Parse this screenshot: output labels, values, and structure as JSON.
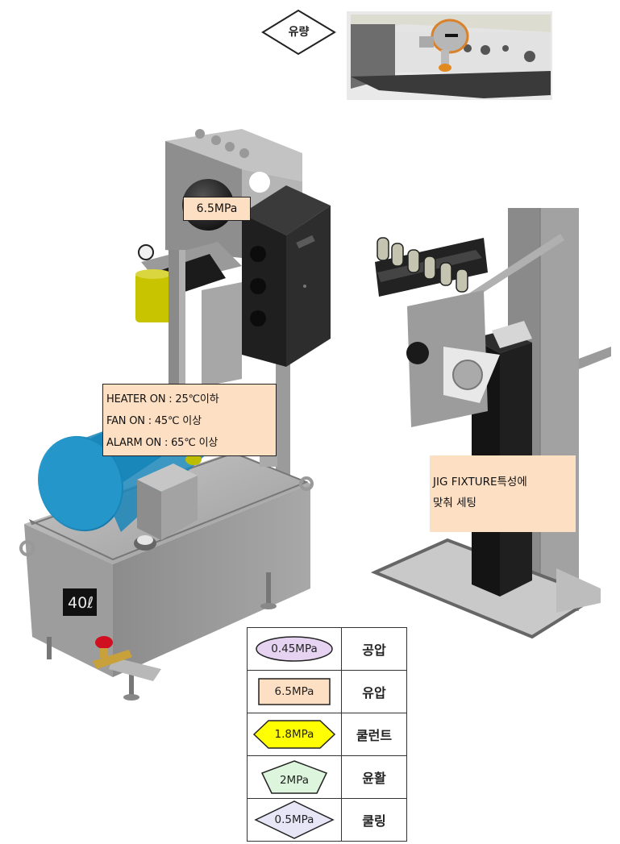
{
  "flow_tag": {
    "label": "유량",
    "shape": "diamond",
    "fill": "#ffffff"
  },
  "callouts": {
    "pressure": "6.5MPa",
    "temperature_lines": [
      "HEATER ON : 25℃이하",
      "FAN ON : 45℃ 이상",
      "ALARM ON : 65℃ 이상"
    ],
    "jig_lines": [
      "JIG FIXTURE특성에",
      "맞춰 세팅"
    ]
  },
  "tank_label": "40ℓ",
  "legend": {
    "rows": [
      {
        "value": "0.45MPa",
        "medium": "공압",
        "shape": "ellipse",
        "fill": "#e5d3f1"
      },
      {
        "value": "6.5MPa",
        "medium": "유압",
        "shape": "rectangle",
        "fill": "#fddfc3"
      },
      {
        "value": "1.8MPa",
        "medium": "쿨런트",
        "shape": "hexagon",
        "fill": "#ffff00"
      },
      {
        "value": "2MPa",
        "medium": "윤활",
        "shape": "pentagon",
        "fill": "#dcf5dc"
      },
      {
        "value": "0.5MPa",
        "medium": "쿨링",
        "shape": "diamond",
        "fill": "#e6e6f7"
      }
    ]
  },
  "colors": {
    "callout_fill": "#fddfc3",
    "motor_blue": "#1f8fc4",
    "filter_yellow": "#c8c400",
    "valve_red": "#d01020"
  }
}
